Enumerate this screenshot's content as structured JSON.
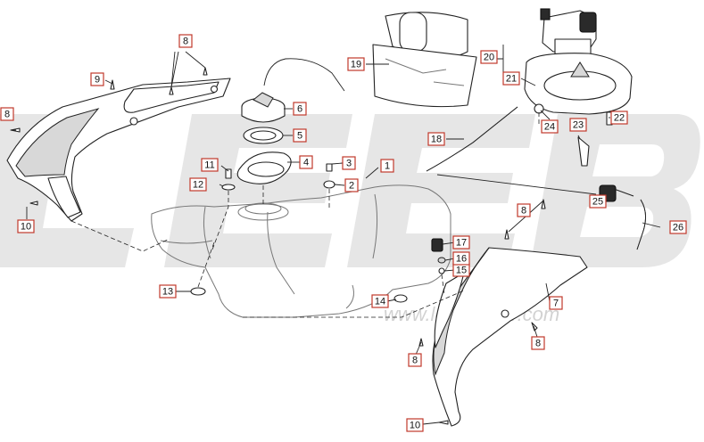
{
  "watermark": {
    "brand": "LEEB",
    "website": "www.leebmotor.com"
  },
  "callouts": [
    {
      "id": "c1",
      "label": "1"
    },
    {
      "id": "c2",
      "label": "2"
    },
    {
      "id": "c3",
      "label": "3"
    },
    {
      "id": "c4",
      "label": "4"
    },
    {
      "id": "c5",
      "label": "5"
    },
    {
      "id": "c6",
      "label": "6"
    },
    {
      "id": "c7",
      "label": "7"
    },
    {
      "id": "c8a",
      "label": "8"
    },
    {
      "id": "c8b",
      "label": "8"
    },
    {
      "id": "c8c",
      "label": "8"
    },
    {
      "id": "c8d",
      "label": "8"
    },
    {
      "id": "c8e",
      "label": "8"
    },
    {
      "id": "c9",
      "label": "9"
    },
    {
      "id": "c10a",
      "label": "10"
    },
    {
      "id": "c10b",
      "label": "10"
    },
    {
      "id": "c11",
      "label": "11"
    },
    {
      "id": "c12",
      "label": "12"
    },
    {
      "id": "c13",
      "label": "13"
    },
    {
      "id": "c14",
      "label": "14"
    },
    {
      "id": "c15",
      "label": "15"
    },
    {
      "id": "c16",
      "label": "16"
    },
    {
      "id": "c17",
      "label": "17"
    },
    {
      "id": "c18",
      "label": "18"
    },
    {
      "id": "c19",
      "label": "19"
    },
    {
      "id": "c20",
      "label": "20"
    },
    {
      "id": "c21",
      "label": "21"
    },
    {
      "id": "c22",
      "label": "22"
    },
    {
      "id": "c23",
      "label": "23"
    },
    {
      "id": "c24",
      "label": "24"
    },
    {
      "id": "c25",
      "label": "25"
    },
    {
      "id": "c26",
      "label": "26"
    }
  ]
}
